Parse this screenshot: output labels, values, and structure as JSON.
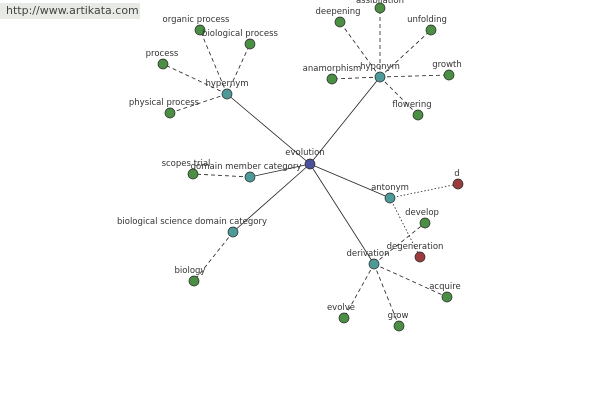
{
  "watermark": "http://www.artikata.com",
  "colors": {
    "root": "#4b4f9c",
    "relation": "#4e9a98",
    "word": "#4b8f45",
    "antonym_word": "#9c3b3e",
    "edge": "#222222"
  },
  "graph": {
    "root": "evolution",
    "relations": [
      {
        "label": "hypernym",
        "words": [
          "organic process",
          "biological process",
          "process",
          "physical process"
        ]
      },
      {
        "label": "hyponym",
        "words": [
          "deepening",
          "assibilation",
          "unfolding",
          "anamorphism",
          "growth",
          "flowering"
        ]
      },
      {
        "label": "domain member category",
        "words": [
          "scopes trial"
        ]
      },
      {
        "label": "biological science domain category",
        "words": [
          "biology"
        ]
      },
      {
        "label": "antonym",
        "words": [
          "d",
          "degeneration"
        ]
      },
      {
        "label": "derivation",
        "words": [
          "develop",
          "acquire",
          "grow",
          "evolve"
        ]
      }
    ]
  }
}
